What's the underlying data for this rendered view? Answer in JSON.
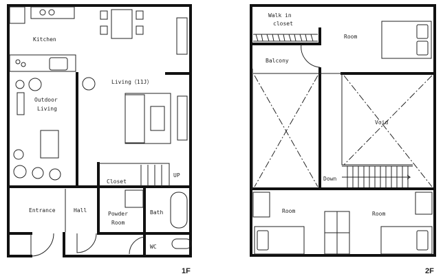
{
  "floor_1": {
    "title": "1F",
    "rooms": {
      "kitchen": "Kitchen",
      "living": "Living（11J）",
      "outdoor_living_1": "Outdoor",
      "outdoor_living_2": "Living",
      "closet": "Closet",
      "stairs_up": "UP",
      "entrance": "Entrance",
      "hall": "Hall",
      "powder_room_1": "Powder",
      "powder_room_2": "Room",
      "bath": "Bath",
      "wc": "WC"
    }
  },
  "floor_2": {
    "title": "2F",
    "rooms": {
      "walk_in_closet_1": "Walk in",
      "walk_in_closet_2": "closet",
      "room_top": "Room",
      "balcony": "Balcony",
      "void": "Void",
      "stairs_down": "Down",
      "room_left": "Room",
      "room_right": "Room"
    }
  }
}
